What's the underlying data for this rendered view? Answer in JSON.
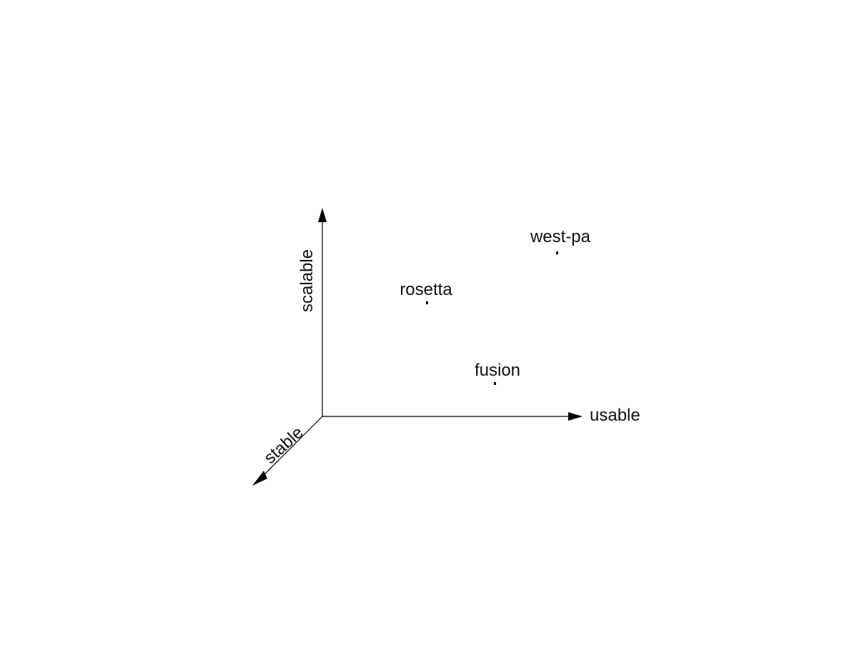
{
  "axes": {
    "x_label": "usable",
    "y_label": "scalable",
    "z_label": "stable"
  },
  "points": [
    {
      "label": "west-pa"
    },
    {
      "label": "rosetta"
    },
    {
      "label": "fusion"
    }
  ],
  "colors": {
    "background": "#ffffff",
    "ink": "#000000",
    "text": "#111111"
  }
}
